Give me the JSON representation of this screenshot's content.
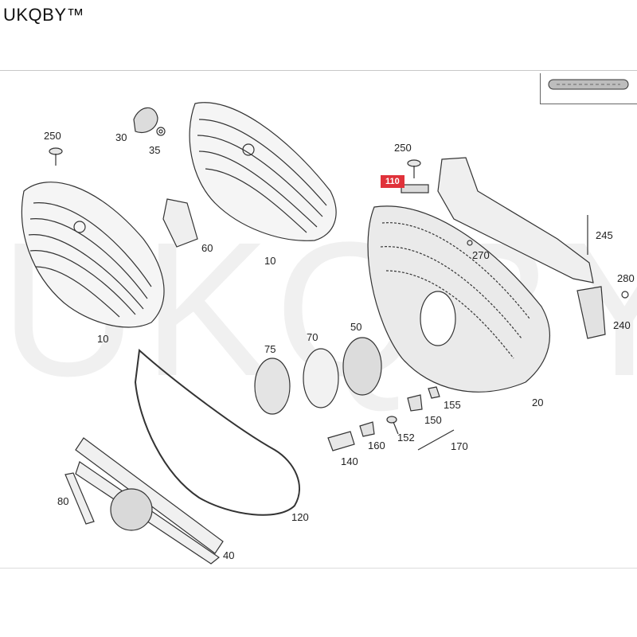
{
  "brand": "UKQBY™",
  "watermark": "UKQBY™",
  "callouts": {
    "c250a": "250",
    "c30": "30",
    "c35": "35",
    "c60": "60",
    "c10a": "10",
    "c10b": "10",
    "c250b": "250",
    "c110": "110",
    "c270": "270",
    "c245": "245",
    "c280": "280",
    "c240": "240",
    "c75": "75",
    "c70": "70",
    "c50": "50",
    "c20": "20",
    "c155": "155",
    "c150": "150",
    "c152": "152",
    "c160": "160",
    "c140": "140",
    "c170": "170",
    "c120": "120",
    "c80": "80",
    "c40": "40"
  },
  "colors": {
    "highlight": "#e0323a",
    "line": "#333333",
    "fill": "#f0f0f0"
  }
}
